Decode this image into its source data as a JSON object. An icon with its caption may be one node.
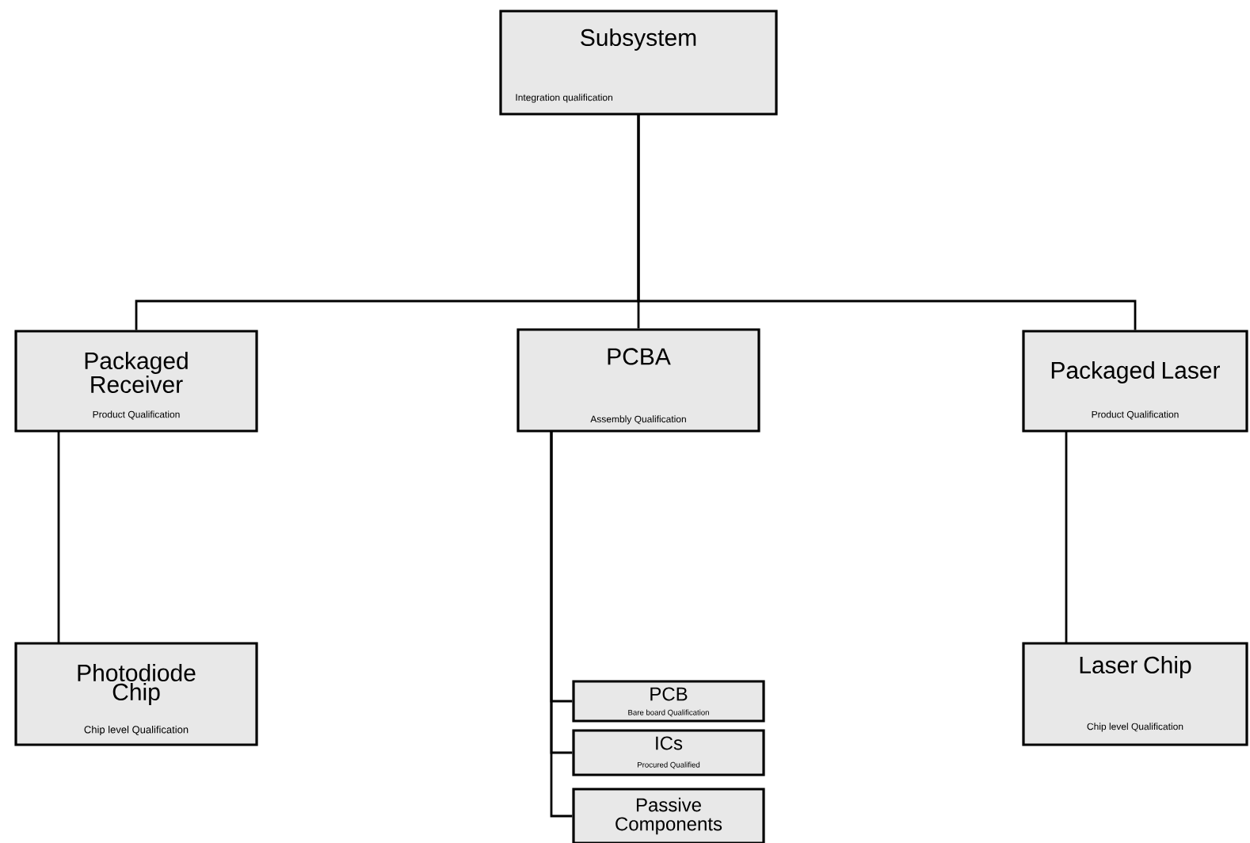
{
  "diagram": {
    "nodes": [
      {
        "text": [
          "Subsystem",
          "Integration qualification"
        ]
      },
      {
        "text": [
          "Packaged Receiver",
          "Product Qualification"
        ]
      },
      {
        "text": [
          "PCBA",
          "Assembly Qualification"
        ]
      },
      {
        "text": [
          "Packaged Laser",
          "Product Qualification"
        ]
      },
      {
        "text": [
          "Photodiode Chip",
          "Chip level Qualification"
        ]
      },
      {
        "text": [
          "PCB",
          "Bare board Qualification"
        ]
      },
      {
        "text": [
          "ICs",
          "Procured Qualified"
        ]
      },
      {
        "text": [
          "Passive Components"
        ]
      },
      {
        "text": [
          "Laser Chip",
          "Chip level Qualification"
        ]
      }
    ],
    "edges": [
      {
        "from": 0,
        "to": 1,
        "arrow": "none"
      },
      {
        "from": 0,
        "to": 2,
        "arrow": "none"
      },
      {
        "from": 0,
        "to": 3,
        "arrow": "none"
      },
      {
        "from": 1,
        "to": 4,
        "arrow": "none"
      },
      {
        "from": 2,
        "to": 5,
        "arrow": "none"
      },
      {
        "from": 2,
        "to": 6,
        "arrow": "none"
      },
      {
        "from": 2,
        "to": 7,
        "arrow": "none"
      },
      {
        "from": 3,
        "to": 8,
        "arrow": "none"
      }
    ]
  }
}
